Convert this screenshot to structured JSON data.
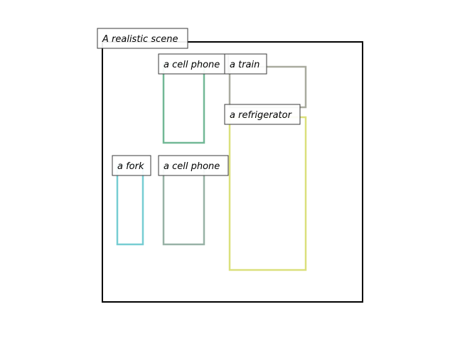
{
  "scene": {
    "title": "A realistic scene",
    "frame_color": "#000000"
  },
  "objects": [
    {
      "label": "a cell phone",
      "color": "#72b896"
    },
    {
      "label": "a train",
      "color": "#a9ab9f"
    },
    {
      "label": "a refrigerator",
      "color": "#dbe07c"
    },
    {
      "label": "a fork",
      "color": "#76cdd2"
    },
    {
      "label": "a cell phone",
      "color": "#98b2a6"
    }
  ]
}
